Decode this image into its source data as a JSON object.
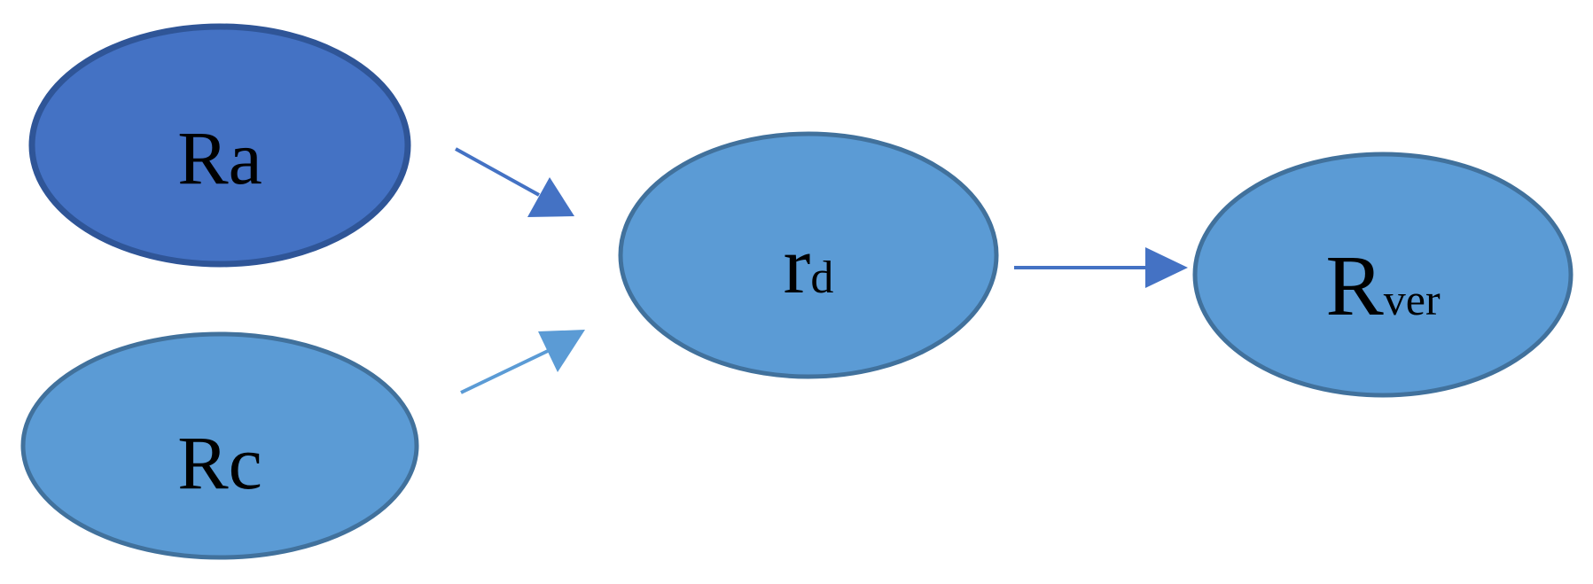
{
  "colors": {
    "dark_fill": "#4472c4",
    "dark_stroke": "#2f5597",
    "light_fill": "#5b9bd5",
    "light_stroke": "#41719c",
    "arrow_dark": "#4472c4",
    "arrow_light": "#5b9bd5",
    "text": "#000000"
  },
  "nodes": {
    "ra": {
      "main": "Ra",
      "sub": ""
    },
    "rc": {
      "main": "Rc",
      "sub": ""
    },
    "rd": {
      "main": "r",
      "sub": "d"
    },
    "rver": {
      "main": "R",
      "sub": "ver"
    }
  },
  "edges": [
    {
      "from": "Ra",
      "to": "rd"
    },
    {
      "from": "Rc",
      "to": "rd"
    },
    {
      "from": "rd",
      "to": "Rver"
    }
  ]
}
